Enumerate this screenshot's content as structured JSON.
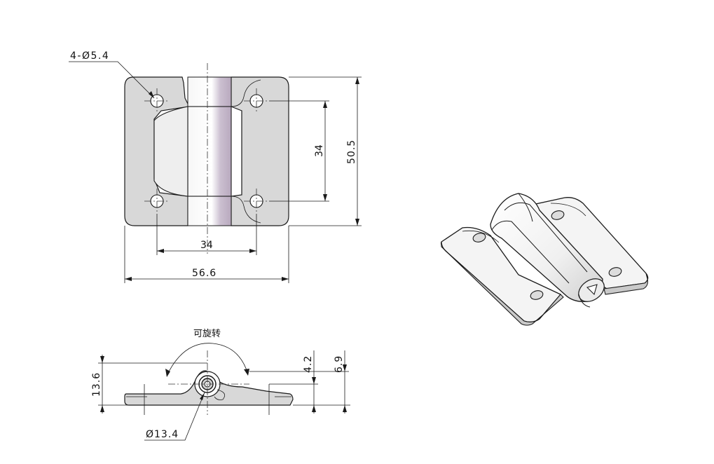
{
  "annotations": {
    "hole_spec": "4-Ø5.4",
    "vertical_pitch": "34",
    "overall_height": "50.5",
    "horizontal_pitch": "34",
    "overall_width": "56.6",
    "rotate_note": "可旋转",
    "side_height": "13.6",
    "plate_thickness": "4.2",
    "knuckle_height": "6.9",
    "knuckle_diameter": "Ø13.4"
  },
  "colors": {
    "line": "#1a1a1a",
    "plate_fill": "#d8d8d8",
    "knuckle_tint": "#cbbfd0"
  }
}
